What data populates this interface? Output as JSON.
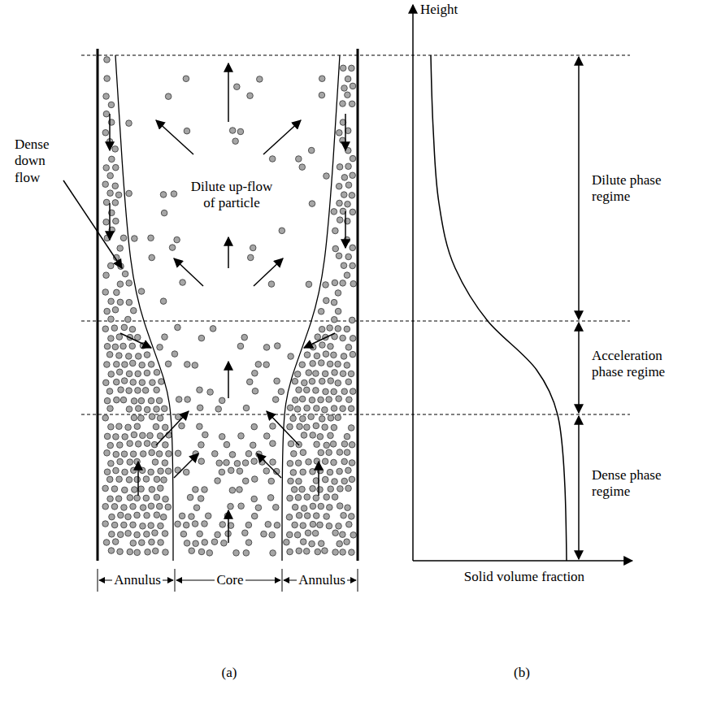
{
  "diagram": {
    "labels": [
      "Height",
      "Dense down flow",
      "Dilute up-flow of particle",
      "Dilute phase regime",
      "Acceleration phase regime",
      "Dense phase regime",
      "Solid volume fraction",
      "Annulus",
      "Core",
      "Annulus",
      "(a)",
      "(b)"
    ]
  }
}
